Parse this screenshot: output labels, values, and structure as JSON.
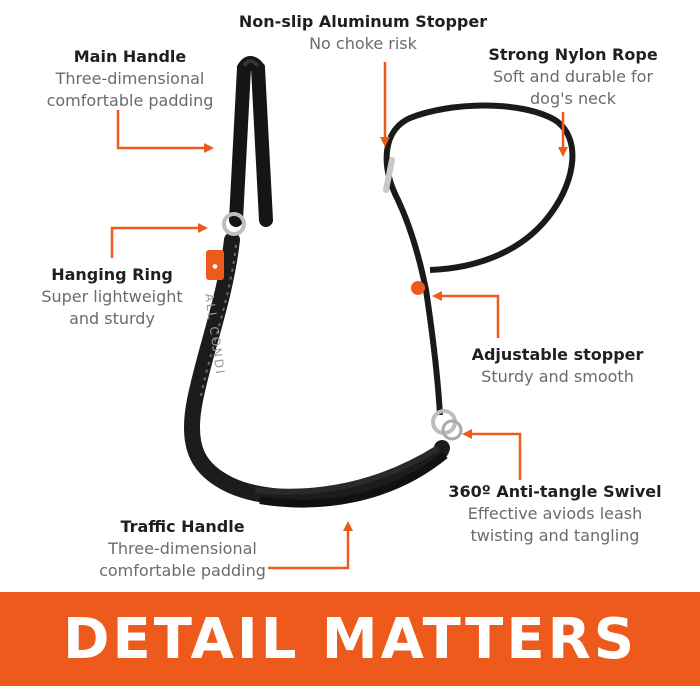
{
  "callouts": [
    {
      "id": "main-handle",
      "title": "Main Handle",
      "lines": [
        "Three-dimensional",
        "comfortable padding"
      ]
    },
    {
      "id": "aluminum-stopper",
      "title": "Non-slip Aluminum Stopper",
      "lines": [
        "No choke risk"
      ]
    },
    {
      "id": "nylon-rope",
      "title": "Strong Nylon Rope",
      "lines": [
        "Soft and durable for",
        "dog's neck"
      ]
    },
    {
      "id": "hanging-ring",
      "title": "Hanging Ring",
      "lines": [
        "Super lightweight",
        "and sturdy"
      ]
    },
    {
      "id": "adjustable-stopper",
      "title": "Adjustable stopper",
      "lines": [
        "Sturdy and smooth"
      ]
    },
    {
      "id": "swivel",
      "title": "360º Anti-tangle Swivel",
      "lines": [
        "Effective aviods leash",
        "twisting and tangling"
      ]
    },
    {
      "id": "traffic-handle",
      "title": "Traffic Handle",
      "lines": [
        "Three-dimensional",
        "comfortable padding"
      ]
    }
  ],
  "leash_print": "ALL CONDI",
  "banner": {
    "text": "DETAIL MATTERS"
  },
  "colors": {
    "accent": "#ee5a1c",
    "leash": "#1c1c1c",
    "banner_text": "#ffffff",
    "title_text": "#1f1f1f",
    "desc_text": "#6b6b6b"
  }
}
